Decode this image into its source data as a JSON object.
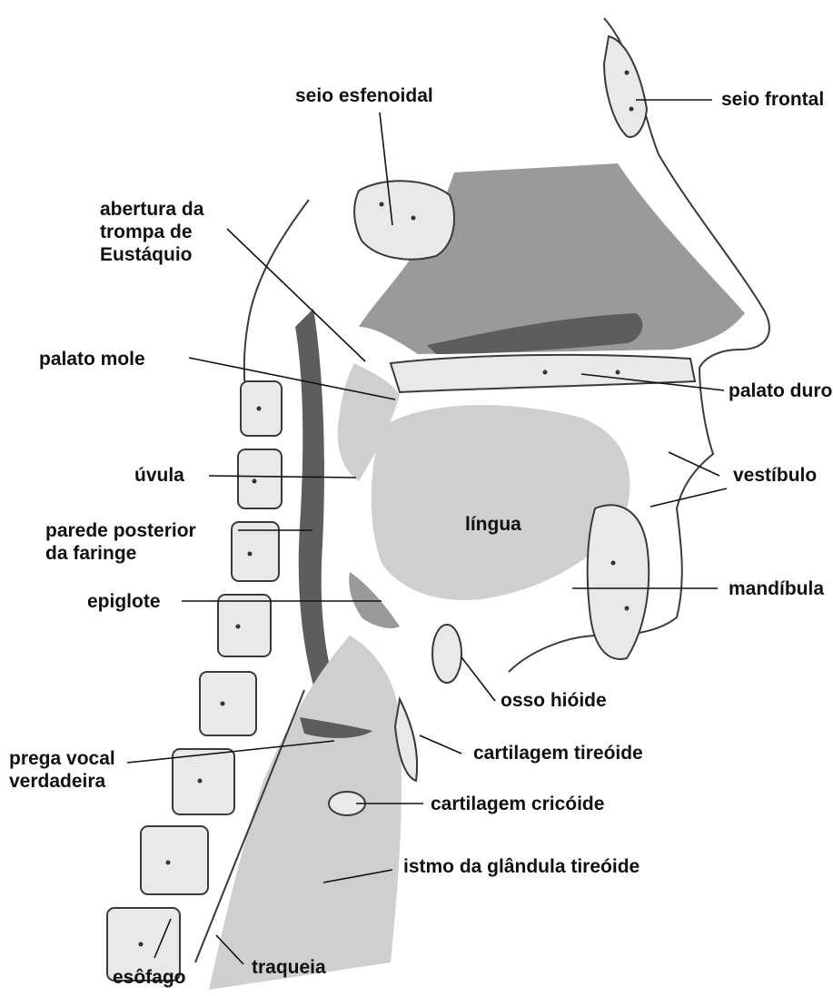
{
  "labels": {
    "seio_esfenoidal": "seio esfenoidal",
    "seio_frontal": "seio frontal",
    "abertura_1": "abertura da",
    "abertura_2": "trompa de",
    "abertura_3": "Eustáquio",
    "palato_mole": "palato mole",
    "palato_duro": "palato duro",
    "uvula": "úvula",
    "vestibulo": "vestíbulo",
    "parede_1": "parede posterior",
    "parede_2": "da faringe",
    "lingua": "língua",
    "epiglote": "epiglote",
    "mandibula": "mandíbula",
    "osso_hioide": "osso hióide",
    "prega_1": "prega vocal",
    "prega_2": "verdadeira",
    "cartilagem_tireoide": "cartilagem tireóide",
    "cartilagem_cricoide": "cartilagem cricóide",
    "istmo": "istmo da glândula tireóide",
    "esofago": "esôfago",
    "traqueia": "traqueia"
  }
}
